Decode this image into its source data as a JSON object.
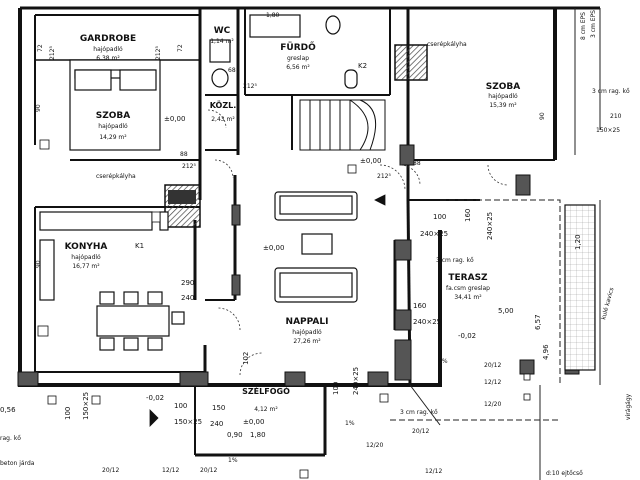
{
  "rooms": {
    "gardrobe": {
      "name": "GARDROBE",
      "floor": "hajópadló",
      "area": "6,38 m²"
    },
    "wc": {
      "name": "WC",
      "area": "1,14 m²"
    },
    "furdo": {
      "name": "FÜRDŐ",
      "floor": "greslap",
      "area": "6,56 m²"
    },
    "szoba1": {
      "name": "SZOBA",
      "floor": "hajópadló",
      "area": "14,29 m²"
    },
    "kozl": {
      "name": "KÖZL.",
      "area": "2,43 m²"
    },
    "szoba2": {
      "name": "SZOBA",
      "floor": "hajópadló",
      "area": "15,39 m²"
    },
    "konyha": {
      "name": "KONYHA",
      "floor": "hajópadló",
      "area": "16,77 m²"
    },
    "nappali": {
      "name": "NAPPALI",
      "floor": "hajópadló",
      "area": "27,26 m²"
    },
    "terasz": {
      "name": "TERASZ",
      "floor": "fa.csm greslap",
      "area": "34,41 m²"
    },
    "szelfogo": {
      "name": "SZÉLFOGÓ",
      "area": "4,12 m²"
    }
  },
  "labels": {
    "csereplkalyha_top": "cserépkályha",
    "csereplkalyha_mid": "cserépkályha",
    "k1": "K1",
    "k2": "K2",
    "level_szoba": "±0,00",
    "level_hall": "±0,00",
    "level_nappali": "±0,00",
    "level_szelfogo": "±0,00",
    "level_terasz": "-0,02",
    "level_bottom": "-0,02",
    "rag_ko_right": "3 cm rag. kő",
    "rag_ko_terasz": "3 cm rag. kő",
    "rag_ko_bottom": "3 cm rag. kő",
    "rag_ko_left": "rag. kő",
    "beton_jarda": "beton járda",
    "eps_8": "8 cm EPS",
    "eps_3": "3 cm EPS",
    "kavics": "kulé kavics",
    "ejtocso": "d:10 ejtőcső",
    "viragagy": "virágágy",
    "slope_1": "1%",
    "slope_2": "1%",
    "slope_3": "1%"
  },
  "dims": {
    "d180": "1,80",
    "d72a": "72",
    "d72b": "72",
    "d212a": "212⁵",
    "d212b": "212⁵",
    "d212c": "212⁵",
    "d212d": "212⁵",
    "d212e": "212⁵",
    "d68": "68",
    "d88a": "88",
    "d88b": "88",
    "d90a": "90",
    "d90b": "90",
    "d90c": "90",
    "d210": "210",
    "d150_125": "150×25",
    "d100a": "100",
    "d160a": "160",
    "d240_25a": "240×25",
    "d240_25v": "240×25",
    "d290": "290",
    "d240": "240",
    "d160b": "160",
    "d240_25b": "240×25",
    "d500": "5,00",
    "d657": "6,57",
    "d496": "4,96",
    "d120": "1,20",
    "d102": "102",
    "d150": "150",
    "d240b": "240",
    "d100b": "100",
    "d150_25b": "150×25",
    "d150_25v": "150×25",
    "d100_v": "100",
    "d240_25c": "240×25",
    "d100_v2": "100",
    "d090": "0,90",
    "d180b": "1,80",
    "d056": "0,56",
    "d20_12a": "20/12",
    "d20_12b": "20/12",
    "d20_12c": "20/12",
    "d20_12d": "20/12",
    "d12_12": "12/12",
    "d12_20a": "12/20",
    "d12_20b": "12/20",
    "d12_12b": "12/12",
    "d12_12c": "12/12"
  }
}
